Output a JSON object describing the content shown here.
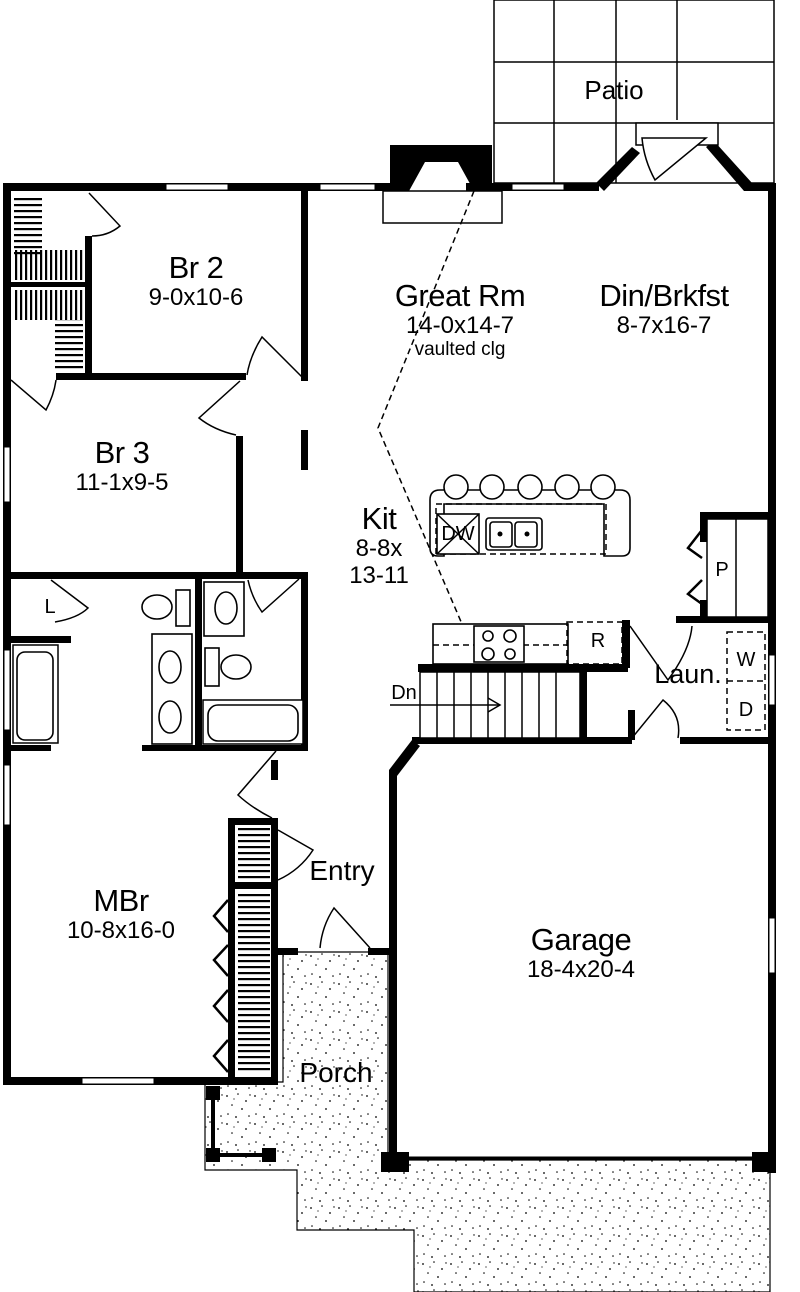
{
  "plan": {
    "rooms": [
      {
        "id": "patio",
        "name": "Patio",
        "dim": "",
        "note": ""
      },
      {
        "id": "br2",
        "name": "Br 2",
        "dim": "9-0x10-6",
        "note": ""
      },
      {
        "id": "great_rm",
        "name": "Great Rm",
        "dim": "14-0x14-7",
        "note": "vaulted clg"
      },
      {
        "id": "din_brkfst",
        "name": "Din/Brkfst",
        "dim": "8-7x16-7",
        "note": ""
      },
      {
        "id": "br3",
        "name": "Br 3",
        "dim": "11-1x9-5",
        "note": ""
      },
      {
        "id": "kit",
        "name": "Kit",
        "dim": "8-8x",
        "note": "13-11"
      },
      {
        "id": "mbr",
        "name": "MBr",
        "dim": "10-8x16-0",
        "note": ""
      },
      {
        "id": "entry",
        "name": "Entry",
        "dim": "",
        "note": ""
      },
      {
        "id": "garage",
        "name": "Garage",
        "dim": "18-4x20-4",
        "note": ""
      },
      {
        "id": "porch",
        "name": "Porch",
        "dim": "",
        "note": ""
      },
      {
        "id": "laun",
        "name": "Laun.",
        "dim": "",
        "note": ""
      }
    ],
    "fixtures": {
      "dishwasher": "DW",
      "refrigerator": "R",
      "pantry": "P",
      "washer": "W",
      "dryer": "D",
      "linen": "L",
      "stairs_down": "Dn"
    },
    "colors": {
      "wall": "#000000",
      "background": "#ffffff"
    }
  }
}
